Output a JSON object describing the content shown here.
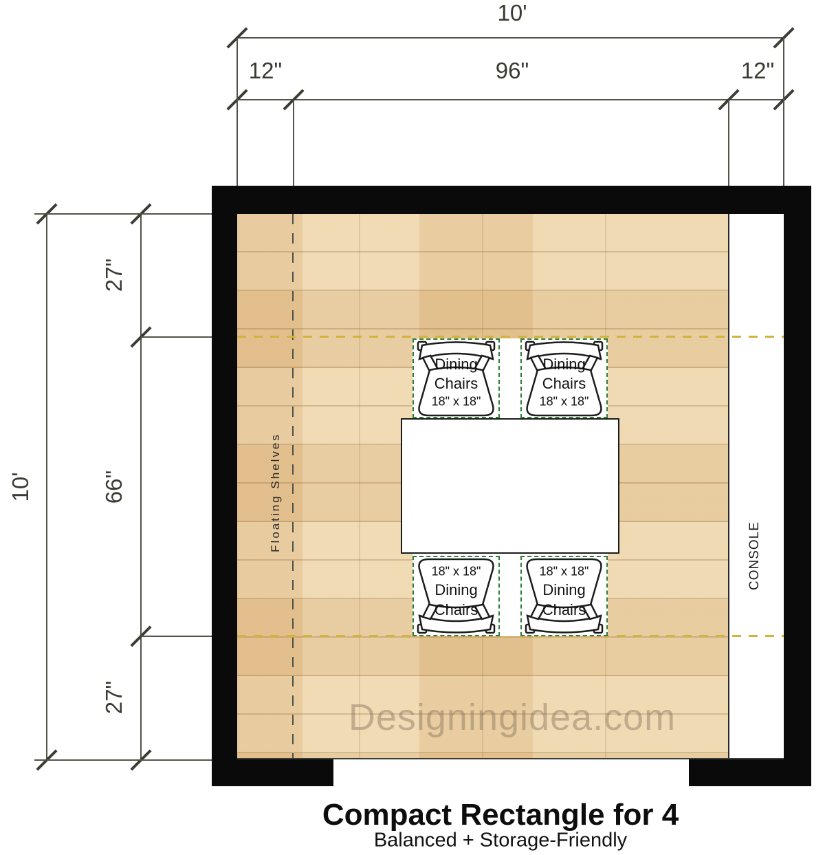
{
  "title": {
    "heading": "Compact Rectangle for 4",
    "subheading": "Balanced + Storage-Friendly"
  },
  "watermark": "Designingidea.com",
  "dim_top": {
    "overall": "10'",
    "segments": [
      "12\"",
      "96\"",
      "12\""
    ]
  },
  "dim_left": {
    "overall": "10'",
    "segments": [
      "27\"",
      "66\"",
      "27\""
    ]
  },
  "room": {
    "floating_shelves_label": "Floating Shelves",
    "console_label": "CONSOLE"
  },
  "furniture": {
    "table_label": "",
    "chairs": [
      {
        "label_line1": "Dining",
        "label_line2": "Chairs",
        "size": "18\" x 18\"",
        "position": "top-left"
      },
      {
        "label_line1": "Dining",
        "label_line2": "Chairs",
        "size": "18\" x 18\"",
        "position": "top-right"
      },
      {
        "label_line1": "Dining",
        "label_line2": "Chairs",
        "size": "18\" x 18\"",
        "position": "bottom-left"
      },
      {
        "label_line1": "Dining",
        "label_line2": "Chairs",
        "size": "18\" x 18\"",
        "position": "bottom-right"
      }
    ]
  },
  "colors": {
    "wall": "#0a0a0a",
    "floor": "#ebd0a2",
    "dimline": "#53534b",
    "tick": "#3c3c34",
    "dimtext": "#3a3a32",
    "guide": "#d2b43c",
    "shelfline": "#4a524a",
    "green": "#2e7d32"
  }
}
